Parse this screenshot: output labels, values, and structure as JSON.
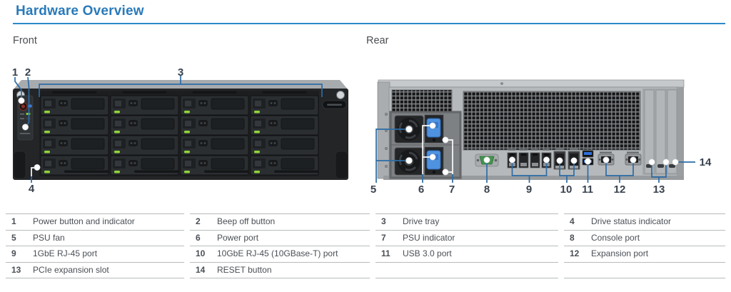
{
  "page": {
    "title": "Hardware Overview"
  },
  "sections": {
    "front": {
      "label": "Front"
    },
    "rear": {
      "label": "Rear"
    }
  },
  "callouts": {
    "front": [
      {
        "n": "1"
      },
      {
        "n": "2"
      },
      {
        "n": "3"
      },
      {
        "n": "4"
      }
    ],
    "rear": [
      {
        "n": "5"
      },
      {
        "n": "6"
      },
      {
        "n": "7"
      },
      {
        "n": "8"
      },
      {
        "n": "9"
      },
      {
        "n": "10"
      },
      {
        "n": "11"
      },
      {
        "n": "12"
      },
      {
        "n": "13"
      },
      {
        "n": "14"
      }
    ]
  },
  "legend": {
    "rows": [
      [
        {
          "num": "1",
          "label": "Power button and indicator"
        },
        {
          "num": "2",
          "label": "Beep off button"
        },
        {
          "num": "3",
          "label": "Drive tray"
        },
        {
          "num": "4",
          "label": "Drive status indicator"
        }
      ],
      [
        {
          "num": "5",
          "label": "PSU fan"
        },
        {
          "num": "6",
          "label": "Power port"
        },
        {
          "num": "7",
          "label": "PSU indicator"
        },
        {
          "num": "8",
          "label": "Console port"
        }
      ],
      [
        {
          "num": "9",
          "label": "1GbE RJ-45 port"
        },
        {
          "num": "10",
          "label": "10GbE RJ-45 (10GBase-T) port"
        },
        {
          "num": "11",
          "label": "USB 3.0 port"
        },
        {
          "num": "12",
          "label": "Expansion port"
        }
      ],
      [
        {
          "num": "13",
          "label": "PCIe expansion slot"
        },
        {
          "num": "14",
          "label": "RESET button"
        },
        {
          "num": "",
          "label": ""
        },
        {
          "num": "",
          "label": ""
        }
      ]
    ]
  },
  "colors": {
    "title_blue": "#2a7ab9",
    "rule_blue": "#2e8ac9",
    "callout_line_blue": "#2c6ca6",
    "callout_number": "#39424e",
    "table_line_gray": "#b7babc",
    "text_gray": "#4a4f55",
    "drive_led_green": "#8fd43a",
    "psu_clip_blue": "#4f92e0",
    "usb_blue": "#2f6fd8",
    "console_green": "#44934f"
  }
}
